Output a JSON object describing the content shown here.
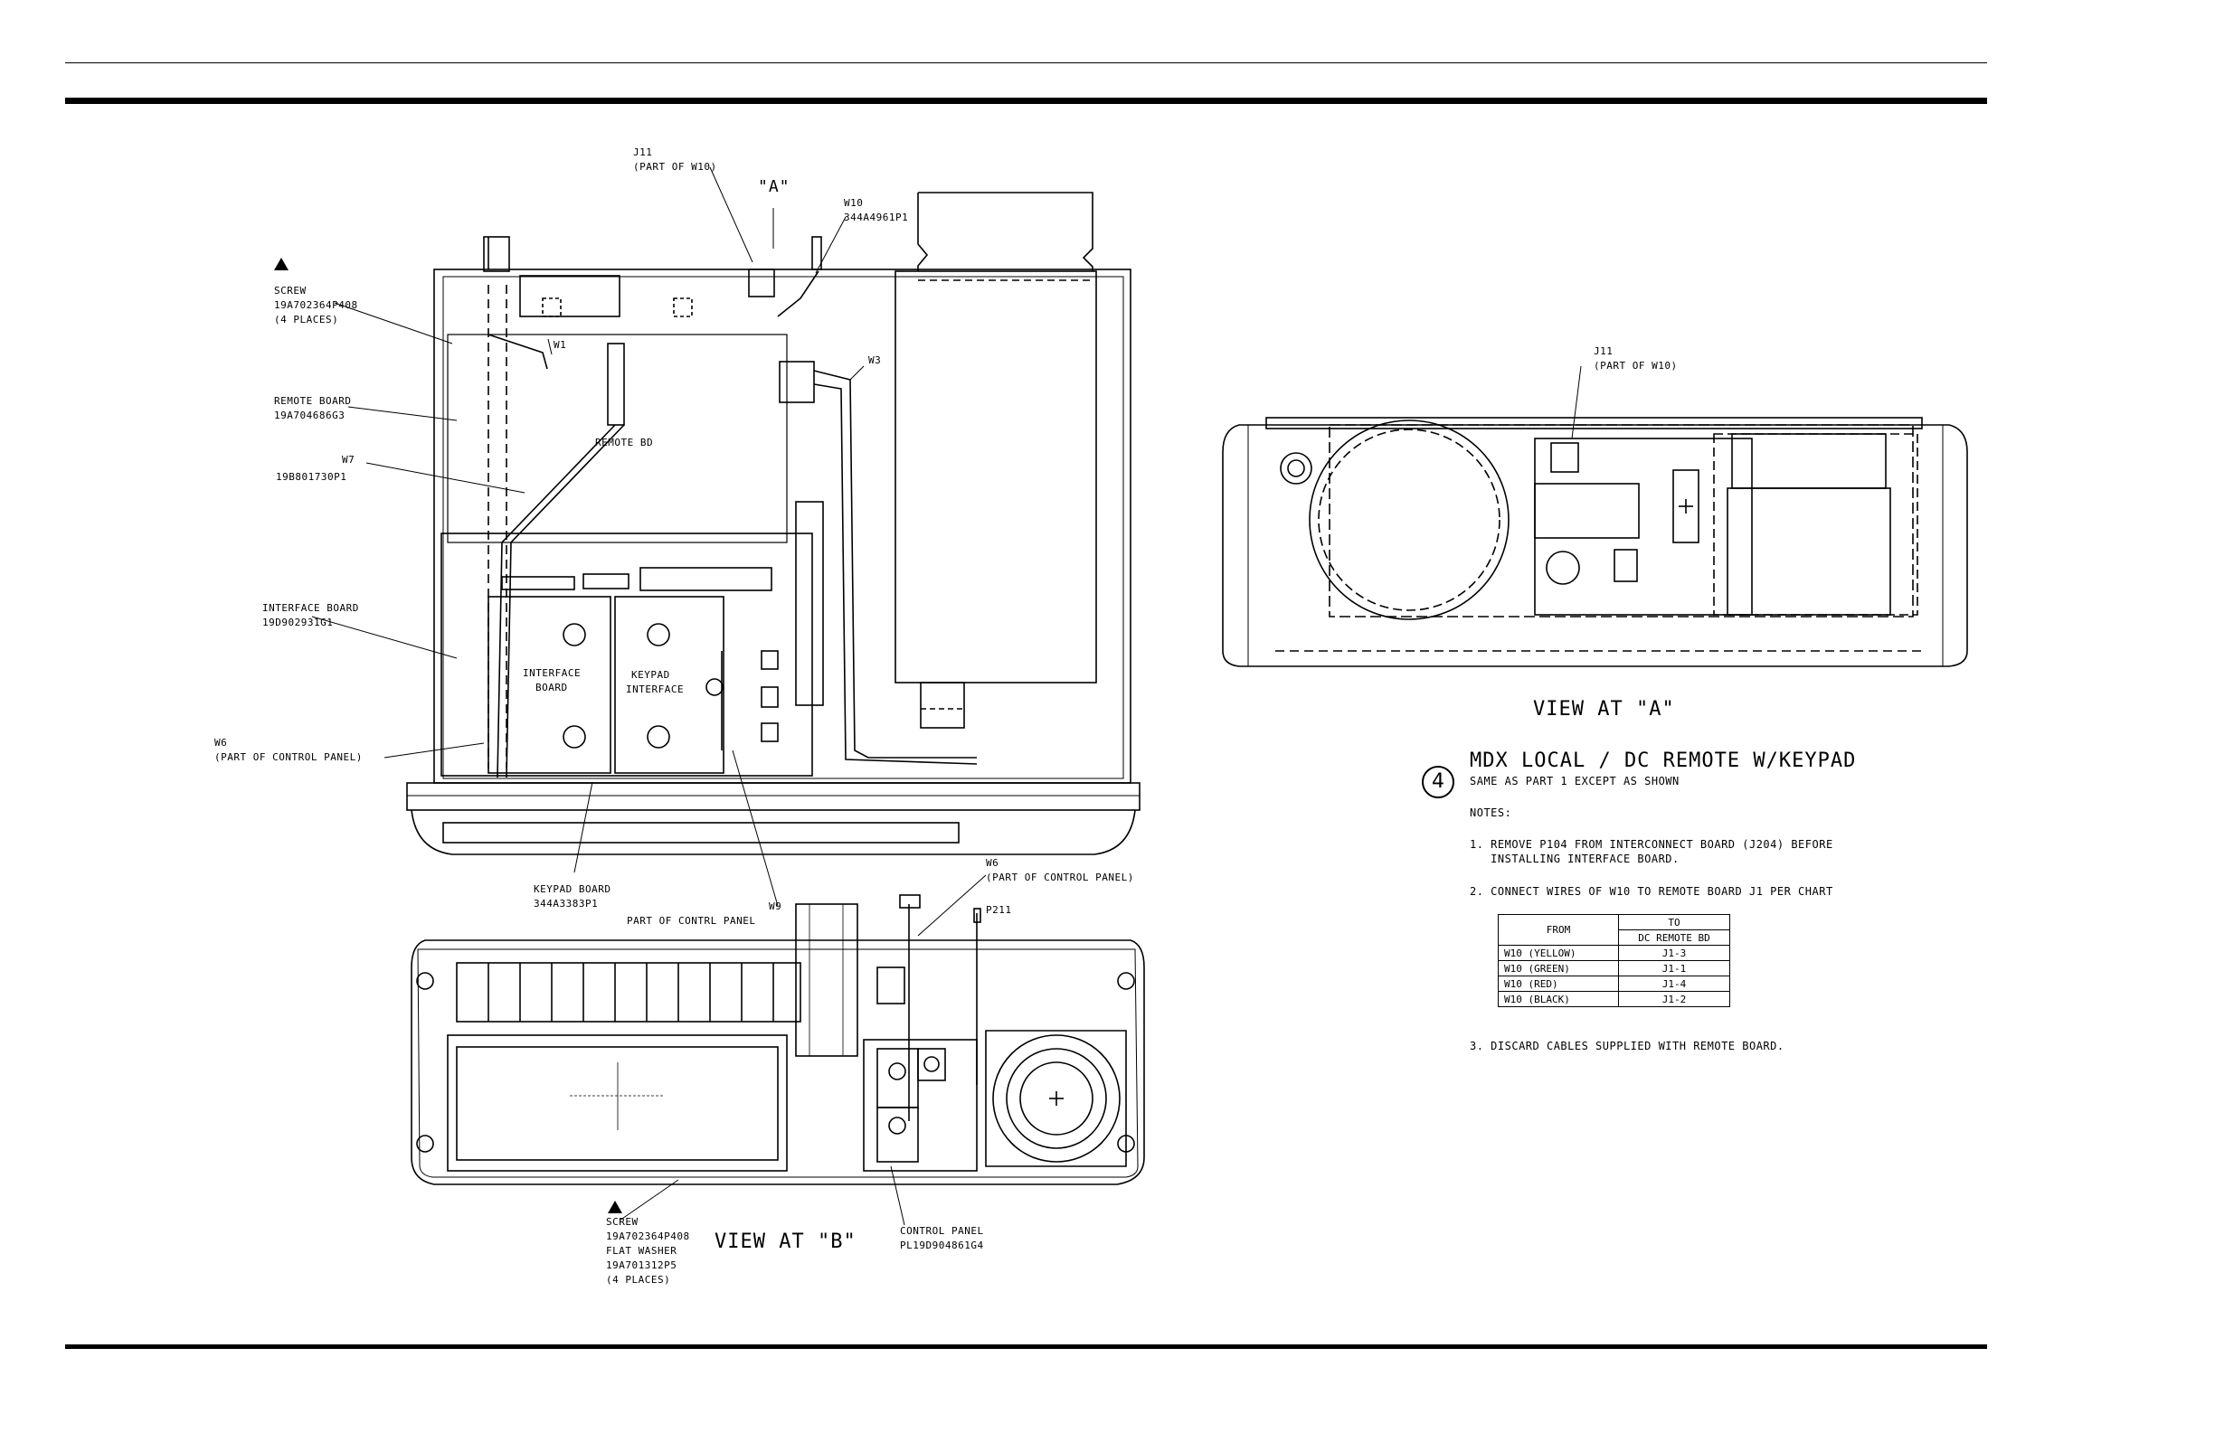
{
  "main_view": {
    "j11_label": "J11",
    "j11_sub": "(PART OF W10)",
    "a_marker": "\"A\"",
    "w10_label": "W10",
    "w10_part": "344A4961P1",
    "w3_label": "W3",
    "w1_label": "W1",
    "remote_bd_label": "REMOTE BD",
    "screw_label": "SCREW",
    "screw_part": "19A702364P408",
    "screw_places": "(4 PLACES)",
    "remote_board_label": "REMOTE BOARD",
    "remote_board_part": "19A704686G3",
    "w7_label": "W7",
    "w7_part": "19B801730P1",
    "interface_board_label": "INTERFACE BOARD",
    "interface_board_part": "19D902931G1",
    "w6_left_label": "W6",
    "w6_left_sub": "(PART OF CONTROL PANEL)",
    "interface_board_text1": "INTERFACE",
    "interface_board_text2": "BOARD",
    "keypad_interface_text1": "KEYPAD",
    "keypad_interface_text2": "INTERFACE",
    "keypad_board_label": "KEYPAD BOARD",
    "keypad_board_part": "344A3383P1",
    "w9_label": "W9",
    "w9_sub": "PART OF CONTRL PANEL",
    "w6_right_label": "W6",
    "w6_right_sub": "(PART OF CONTROL PANEL)",
    "p211_label": "P211"
  },
  "view_b": {
    "screw_label": "SCREW",
    "screw_part": "19A702364P408",
    "washer_label": "FLAT WASHER",
    "washer_part": "19A701312P5",
    "places": "(4 PLACES)",
    "title": "VIEW AT \"B\"",
    "control_panel_label": "CONTROL PANEL",
    "control_panel_part": "PL19D904861G4"
  },
  "view_a": {
    "j11_label": "J11",
    "j11_sub": "(PART OF W10)",
    "title": "VIEW AT \"A\""
  },
  "notes": {
    "step_number": "4",
    "heading": "MDX LOCAL / DC REMOTE W/KEYPAD",
    "subheading": "SAME AS PART 1 EXCEPT AS SHOWN",
    "notes_label": "NOTES:",
    "note1_line1": "1. REMOVE P104 FROM INTERCONNECT BOARD (J204) BEFORE",
    "note1_line2": "   INSTALLING INTERFACE BOARD.",
    "note2": "2. CONNECT WIRES OF W10 TO REMOTE BOARD J1 PER CHART",
    "note3": "3. DISCARD CABLES SUPPLIED WITH REMOTE BOARD."
  },
  "wire_chart": {
    "from_header": "FROM",
    "to_header": "TO",
    "to_sub_header": "DC REMOTE BD",
    "rows": [
      {
        "from": "W10 (YELLOW)",
        "to": "J1-3"
      },
      {
        "from": "W10 (GREEN)",
        "to": "J1-1"
      },
      {
        "from": "W10 (RED)",
        "to": "J1-4"
      },
      {
        "from": "W10 (BLACK)",
        "to": "J1-2"
      }
    ]
  }
}
